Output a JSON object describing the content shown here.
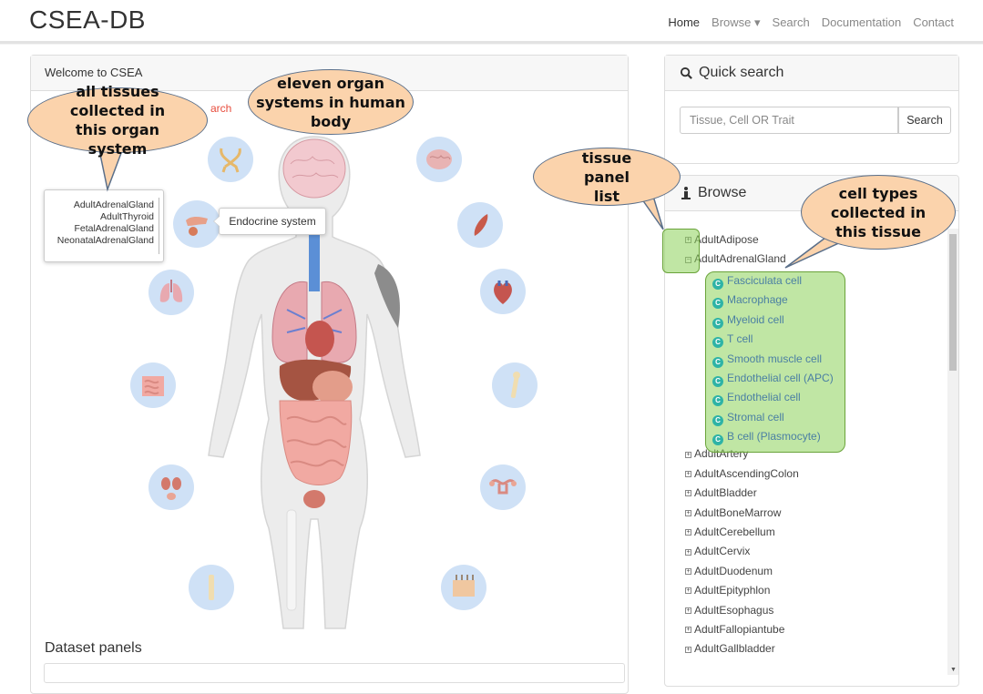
{
  "header": {
    "brand": "CSEA-DB",
    "nav": [
      "Home",
      "Browse ▾",
      "Search",
      "Documentation",
      "Contact"
    ]
  },
  "welcome": {
    "title": "Welcome to CSEA",
    "search_link_fragment": "arch",
    "tissue_popup": [
      "AdultAdrenalGland",
      "AdultThyroid",
      "FetalAdrenalGland",
      "NeonatalAdrenalGland"
    ],
    "organ_tooltip": "Endocrine system",
    "dataset_title": "Dataset panels"
  },
  "organ_icons": [
    "thyroid-icon",
    "endocrine-icon",
    "lung-icon",
    "intestine-icon",
    "kidney-icon",
    "bone-icon",
    "brain-icon",
    "muscle-icon",
    "heart-icon",
    "femur-icon",
    "uterus-icon",
    "skin-icon"
  ],
  "quick_search": {
    "title": "Quick search",
    "placeholder": "Tissue, Cell OR Trait",
    "button": "Search"
  },
  "browse": {
    "title": "Browse",
    "tissues_top": [
      {
        "label": "AdultAdipose",
        "toggle": "+"
      },
      {
        "label": "AdultAdrenalGland",
        "toggle": "−"
      }
    ],
    "cells": [
      "Fasciculata cell",
      "Macrophage",
      "Myeloid cell",
      "T cell",
      "Smooth muscle cell",
      "Endothelial cell (APC)",
      "Endothelial cell",
      "Stromal cell",
      "B cell (Plasmocyte)"
    ],
    "tissues_rest": [
      "AdultArtery",
      "AdultAscendingColon",
      "AdultBladder",
      "AdultBoneMarrow",
      "AdultCerebellum",
      "AdultCervix",
      "AdultDuodenum",
      "AdultEpityphlon",
      "AdultEsophagus",
      "AdultFallopiantube",
      "AdultGallbladder"
    ]
  },
  "callouts": {
    "organ_systems": "eleven organ systems in human body",
    "tissues": "all tissues collected in this organ system",
    "panel_list": "tissue panel list",
    "cell_types": "cell types collected in this tissue"
  },
  "colors": {
    "callout_fill": "#fbd3ac",
    "highlight": "#8cd25a",
    "organ_circle": "#cfe1f6",
    "cell_dot": "#2eb3a6"
  }
}
